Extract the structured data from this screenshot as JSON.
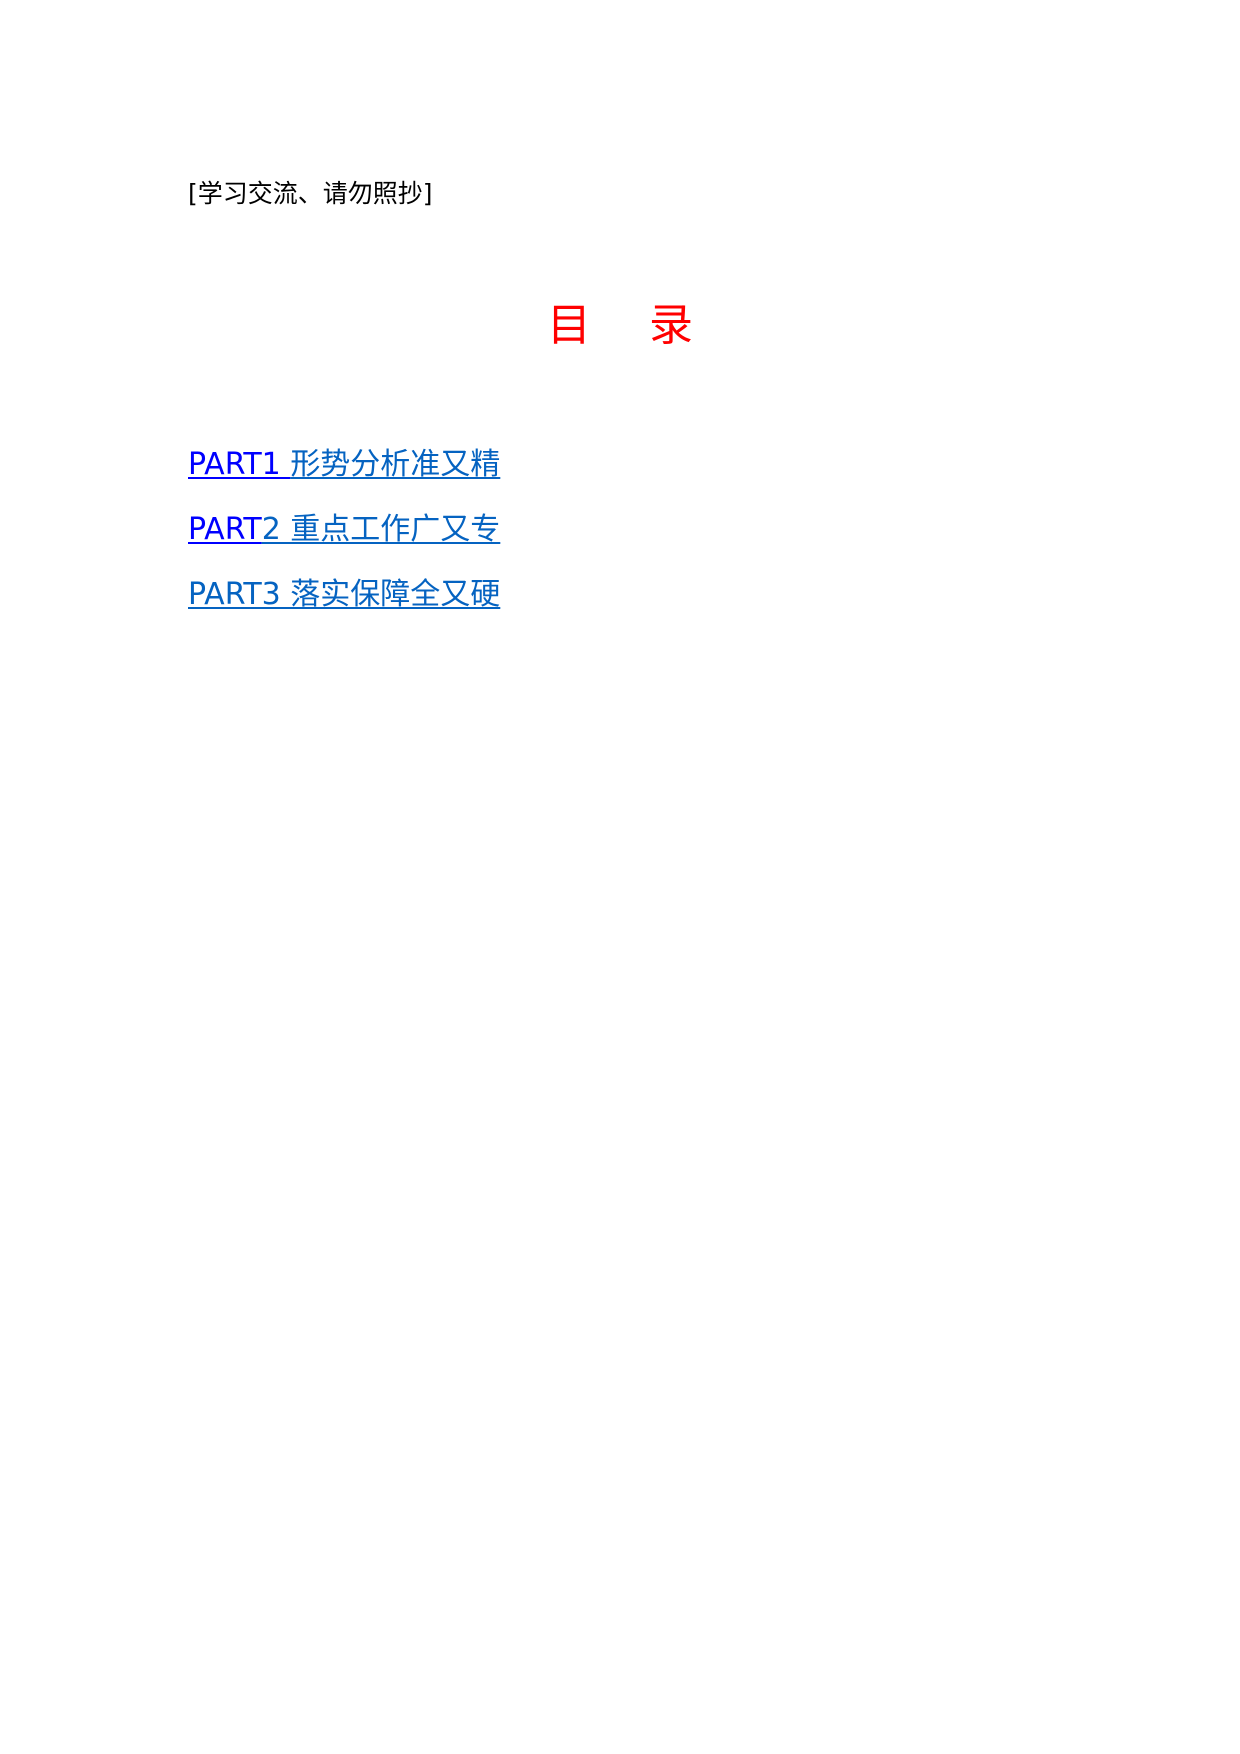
{
  "document": {
    "notice": "[学习交流、请勿照抄]",
    "toc_title": "目 录",
    "colors": {
      "title": "#ff0000",
      "link_pure_blue": "#0000ff",
      "link_office_blue": "#0563c1",
      "body_text": "#000000"
    },
    "toc": [
      {
        "part_label": "PART1 ",
        "label_rest": "形势分析准又精"
      },
      {
        "part_label": "PART",
        "label_rest": "2 重点工作广又专"
      },
      {
        "part_label": "",
        "label_rest": "PART3 落实保障全又硬"
      }
    ]
  }
}
